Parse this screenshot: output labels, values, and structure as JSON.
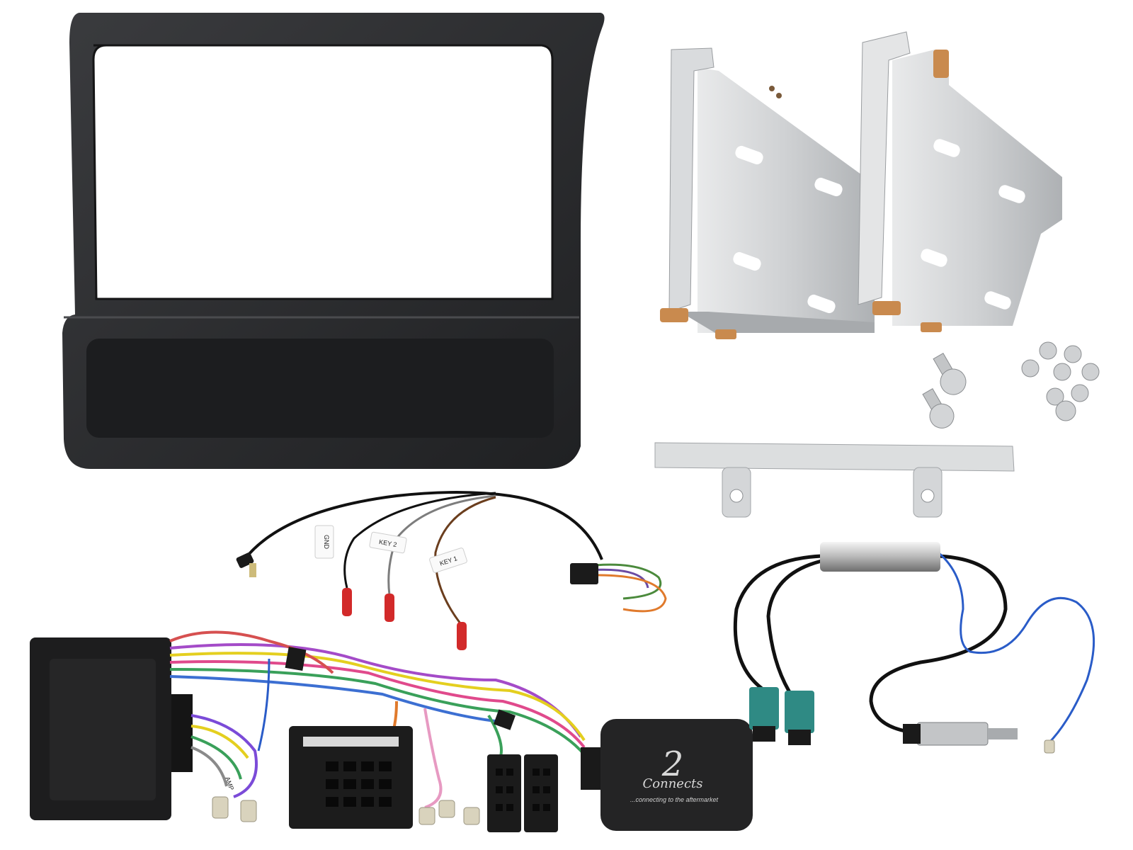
{
  "labels": {
    "gnd": "GND",
    "key2": "KEY 2",
    "key1": "KEY 1",
    "amp": "AMP"
  },
  "logo": {
    "mark": "2",
    "brand": "Connects",
    "tagline": "...connecting to the aftermarket"
  },
  "colors": {
    "fascia": "#2a2b2d",
    "bracket": "#c9cbcd",
    "copper": "#c98a4e",
    "connector_teal": "#2f8a84",
    "wire_blue": "#2a5cc8"
  }
}
